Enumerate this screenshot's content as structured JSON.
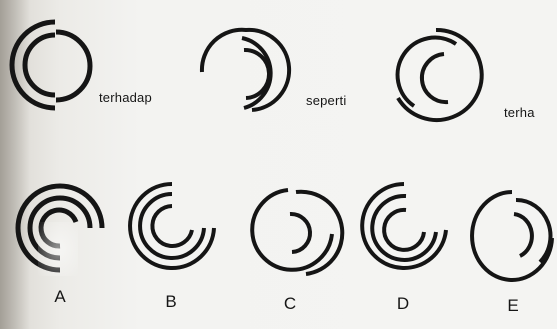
{
  "question": {
    "sentence_words": [
      "terhadap",
      "seperti",
      "terha"
    ]
  },
  "options": [
    {
      "label": "A"
    },
    {
      "label": "B"
    },
    {
      "label": "C"
    },
    {
      "label": "D"
    },
    {
      "label": "E"
    }
  ],
  "colors": {
    "ink": "#151515",
    "paper": "#f4f4f2"
  }
}
